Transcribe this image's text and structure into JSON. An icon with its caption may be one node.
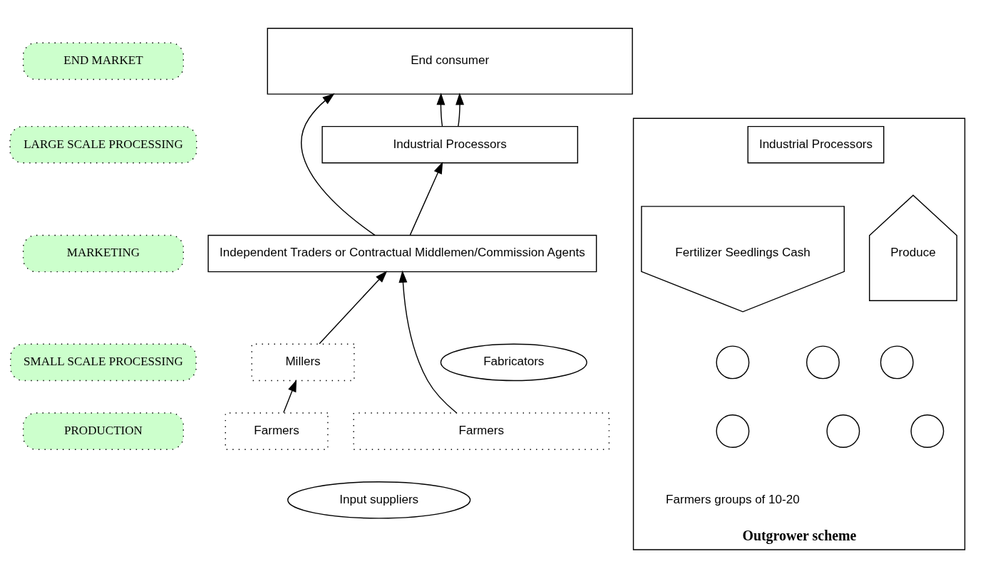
{
  "diagram": {
    "nodes": [
      {
        "text": [
          "END MARKET"
        ]
      },
      {
        "text": [
          "End consumer"
        ]
      },
      {
        "text": [
          "LARGE SCALE PROCESSING"
        ]
      },
      {
        "text": [
          "Industrial Processors"
        ]
      },
      {
        "text": [
          "MARKETING"
        ]
      },
      {
        "text": [
          "Independent Traders or Contractual Middlemen/Commission Agents"
        ]
      },
      {
        "text": [
          "SMALL SCALE PROCESSING"
        ]
      },
      {
        "text": [
          "Millers"
        ]
      },
      {
        "text": [
          "Fabricators"
        ]
      },
      {
        "text": [
          "PRODUCTION"
        ]
      },
      {
        "text": [
          "Farmers"
        ]
      },
      {
        "text": [
          "Farmers"
        ]
      },
      {
        "text": [
          "Input suppliers"
        ]
      },
      {
        "text": [
          "Outgrower scheme"
        ],
        "beside": [
          "Farmers groups of 10-20"
        ]
      },
      {
        "text": [
          "Industrial Processors"
        ],
        "in": 13
      },
      {
        "text": [
          "Fertilizer Seedlings Cash"
        ],
        "in": 13
      },
      {
        "text": [
          "Produce"
        ],
        "in": 13
      },
      {
        "text": [],
        "shape": "circle",
        "in": 13
      },
      {
        "text": [],
        "shape": "circle",
        "in": 13
      },
      {
        "text": [],
        "shape": "circle",
        "in": 13
      },
      {
        "text": [],
        "shape": "circle",
        "in": 13
      },
      {
        "text": [],
        "shape": "circle",
        "in": 13
      },
      {
        "text": [],
        "shape": "circle",
        "in": 13
      }
    ],
    "edges": [
      {
        "from": 5,
        "to": 1,
        "arrow": "to"
      },
      {
        "from": 3,
        "to": 1,
        "arrow": "to"
      },
      {
        "from": 3,
        "to": 1,
        "arrow": "to"
      },
      {
        "from": 5,
        "to": 3,
        "arrow": "to"
      },
      {
        "from": 7,
        "to": 5,
        "arrow": "to"
      },
      {
        "from": 10,
        "to": 7,
        "arrow": "to"
      },
      {
        "from": 11,
        "to": 5,
        "arrow": "to"
      }
    ]
  }
}
